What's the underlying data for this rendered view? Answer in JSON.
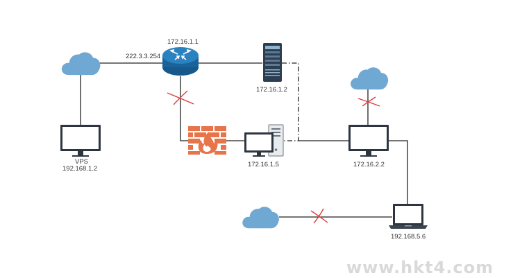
{
  "labels": {
    "router_ip": "172.16.1.1",
    "router_wan_ip": "222.3.3.254",
    "server_ip": "172.16.1.2",
    "desktop_ip": "172.16.1.5",
    "monitor_right_ip": "172.16.2.2",
    "vps_name": "VPS",
    "vps_ip": "192.168.1.2",
    "laptop_ip": "192.168.5.6"
  },
  "watermark": "www.hkt4.com",
  "colors": {
    "cloud": "#6fa8d2",
    "router": "#1e6fa8",
    "firewall": "#e8744a",
    "server": "#2d3e50",
    "link": "#222222",
    "blocked_mark": "#e23a3a"
  },
  "icons": [
    "cloud-icon",
    "router-icon",
    "server-rack-icon",
    "firewall-icon",
    "desktop-computer-icon",
    "monitor-icon",
    "laptop-icon"
  ]
}
